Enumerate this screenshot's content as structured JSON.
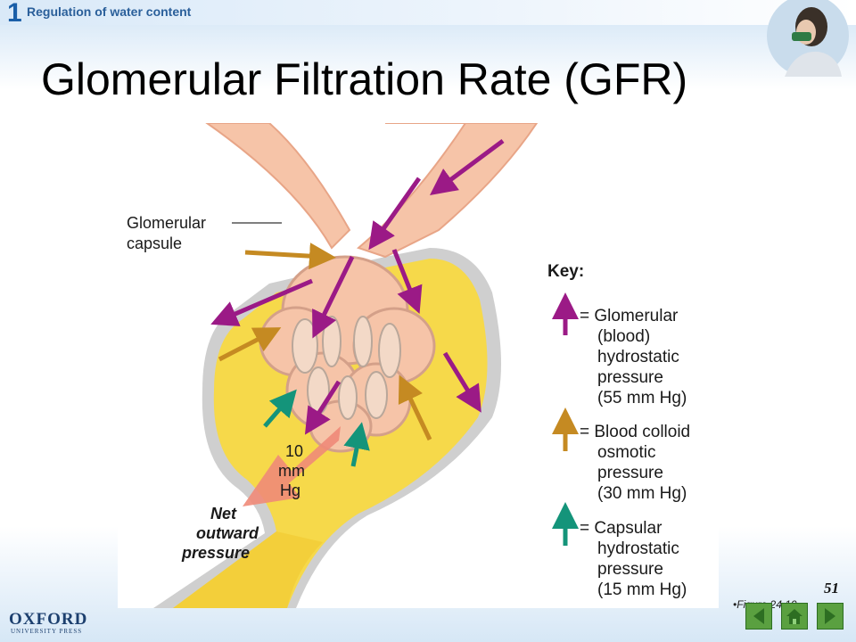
{
  "header": {
    "section_number": "1",
    "section_title": "Regulation of water content"
  },
  "slide": {
    "title": "Glomerular Filtration Rate (GFR)",
    "page_number": "51",
    "figure_caption": "•Figure 24.10"
  },
  "diagram": {
    "capsule_label_line1": "Glomerular",
    "capsule_label_line2": "capsule",
    "net_pressure_value_1": "10",
    "net_pressure_value_2": "mm",
    "net_pressure_value_3": "Hg",
    "net_label_1": "Net",
    "net_label_2": "outward",
    "net_label_3": "pressure",
    "key_title": "Key:",
    "key_items": [
      {
        "color": "#9b1a86",
        "lines": [
          "= Glomerular",
          "(blood)",
          "hydrostatic",
          "pressure",
          "(55 mm Hg)"
        ]
      },
      {
        "color": "#c58a22",
        "lines": [
          "= Blood colloid",
          "osmotic",
          "pressure",
          "(30 mm Hg)"
        ]
      },
      {
        "color": "#14947a",
        "lines": [
          "= Capsular",
          "hydrostatic",
          "pressure",
          "(15 mm Hg)"
        ]
      }
    ]
  },
  "footer": {
    "publisher_main": "OXFORD",
    "publisher_sub": "UNIVERSITY PRESS"
  },
  "colors": {
    "glomerular_arrow": "#9b1a86",
    "colloid_arrow": "#c58a22",
    "capsular_arrow": "#14947a",
    "capsule_fill": "#f6d94a",
    "vessel_fill": "#f6c4a8"
  },
  "nav": {
    "icons": [
      "back-arrow-icon",
      "home-icon",
      "forward-arrow-icon"
    ]
  }
}
